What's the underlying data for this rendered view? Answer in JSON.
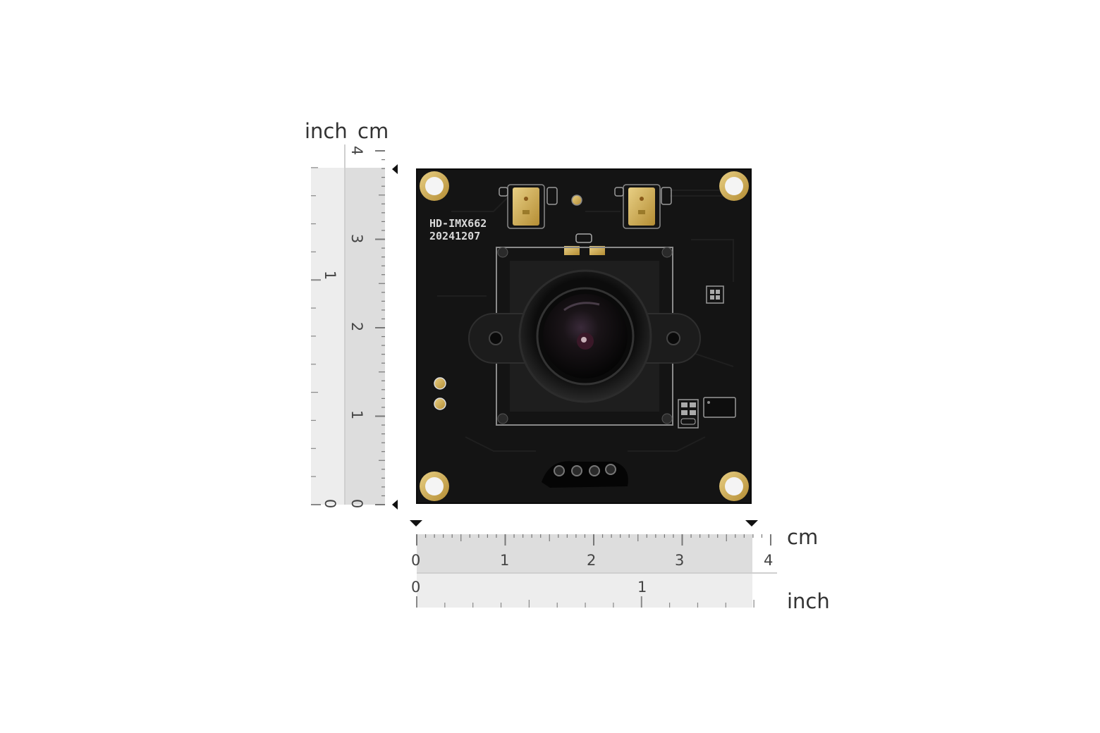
{
  "rulers": {
    "vertical": {
      "inch_unit": "inch",
      "cm_unit": "cm",
      "cm_ticks": [
        "0",
        "1",
        "2",
        "3",
        "4"
      ],
      "inch_ticks": [
        "0",
        "1"
      ]
    },
    "horizontal": {
      "cm_unit": "cm",
      "inch_unit": "inch",
      "cm_ticks": [
        "0",
        "1",
        "2",
        "3",
        "4"
      ],
      "inch_ticks": [
        "0",
        "1"
      ]
    }
  },
  "board": {
    "model": "HD-IMX662",
    "date_code": "20241207"
  },
  "colors": {
    "pcb": "#141414",
    "gold": "#c9a64a",
    "ruler_light": "#ededed",
    "ruler_dark": "#dddddd",
    "marker": "#111111"
  }
}
